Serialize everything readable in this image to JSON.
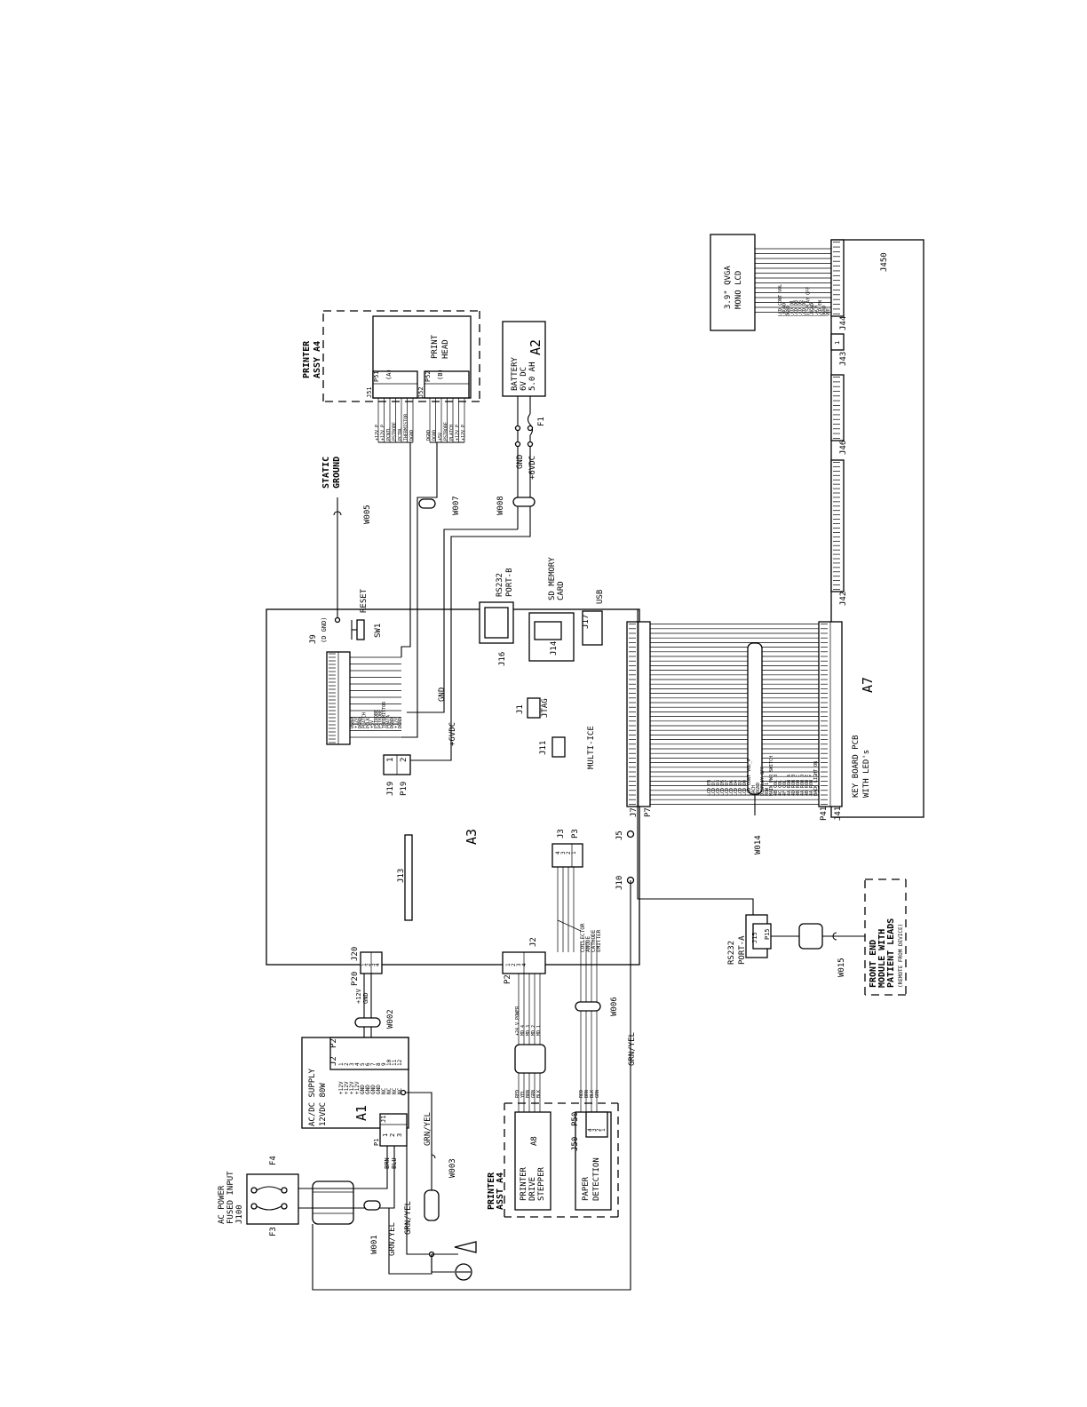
{
  "boards": {
    "a3": "A3",
    "a7": "A7",
    "a7_title": "KEY BOARD PCB",
    "a7_sub": "WITH LED's",
    "a1": "A1",
    "a1_title": "AC/DC SUPPLY",
    "a1_sub": "12VDC 80W",
    "a2": "A2",
    "a2_lines": [
      "BATTERY",
      "6V DC",
      "5.0 AH"
    ],
    "a8": "A8",
    "lcd_lines": [
      "3.9\" QVGA",
      "MONO LCD"
    ],
    "print_head": [
      "PRINT",
      "HEAD"
    ],
    "printer_drive": [
      "PRINTER",
      "DRIVE",
      "STEPPER"
    ],
    "paper_detection": [
      "PAPER",
      "DETECTION"
    ],
    "front_end": [
      "FRONT END",
      "MODULE WITH",
      "PATIENT LEADS",
      "(REMOTE FROM DEVICE)"
    ]
  },
  "groups": {
    "printer_assy_top": [
      "PRINTER",
      "ASSY A4"
    ],
    "printer_assy_bottom": [
      "PRINTER",
      "ASST A4"
    ],
    "static_ground": [
      "STATIC",
      "GROUND"
    ],
    "ac_power": [
      "AC POWER",
      "FUSED INPUT",
      "J100"
    ]
  },
  "connectors": {
    "j9": [
      "J9",
      "(D GND)"
    ],
    "reset": "RESET",
    "sw1": "SW1",
    "rs232_b": [
      "RS232",
      "PORT-B"
    ],
    "sd_card": [
      "SD MEMORY",
      "CARD"
    ],
    "usb": "USB",
    "j16": "J16",
    "j14": "J14",
    "j17": "J17",
    "j1": "J1",
    "jtag": "JTAG",
    "j11": "J11",
    "multi_ice": "MULTI-ICE",
    "j19": "J19",
    "p19": "P19",
    "j13": "J13",
    "j3": "J3",
    "p3": "P3",
    "j5": "J5",
    "j10": "J10",
    "j2": "J2",
    "p2": "P2",
    "j20": "J20",
    "p20": "P20",
    "j7": "J7",
    "p7": "P7",
    "j41": "J41",
    "p41": "P41",
    "j42": "J42",
    "j46": "J46",
    "j43": "J43",
    "j44": "J44",
    "j45": "J450",
    "j15": "J15",
    "p15": "P15",
    "rs232_a": [
      "RS232",
      "PORT-A"
    ],
    "j51": "J51",
    "p51": "P51",
    "j52": "J52",
    "p52": "P52",
    "pa": "(A)",
    "pb": "(B)",
    "j50": "J50",
    "p50": "P50",
    "j1_a1": "J1",
    "p1_a1": "P1",
    "j2_a1": "J2",
    "p2_a1": "P2",
    "f1": "F1",
    "f3": "F3",
    "f4": "F4"
  },
  "wires": {
    "w001": "W001",
    "w002": "W002",
    "w003": "W003",
    "w005": "W005",
    "w006": "W006",
    "w007": "W007",
    "w008": "W008",
    "w014": "W014",
    "w015": "W015"
  },
  "nets": {
    "gnd": "GND",
    "p6vdc": "+6VDC",
    "grn_yel": "GRN/YEL",
    "brn": "BRN",
    "blu": "BLU",
    "p12v": "+12V",
    "gnd_short": "GND",
    "collector": "COLLECTOR",
    "anode": "ANODE",
    "cathode": "CATHODE",
    "emitter": "EMITTER"
  },
  "pin_labels": {
    "power_supply": [
      "+12V",
      "+12V",
      "+12V",
      "+12V",
      "GND",
      "GND",
      "GND",
      "GND",
      "NC",
      "NC",
      "NC",
      "NC"
    ],
    "stepper": [
      "+24 V POWER",
      "MD 4",
      "MD 3",
      "MD 2",
      "MD 1"
    ],
    "stepper_colors": [
      "RED",
      "YEL",
      "BRN",
      "GRN",
      "BLK"
    ],
    "paper_colors": [
      "RED",
      "BRN",
      "BLK",
      "GRN"
    ],
    "keyboard": [
      "LCD EN",
      "LCD D1",
      "LCD D3",
      "LCD D5",
      "LCD D7",
      "LCD D6",
      "LCD D4",
      "LCD D2",
      "LCD D0",
      "LCD CONT VOL_P",
      "LACH",
      "LRGND",
      "DISPLAY OFF",
      "ROW 1",
      "MAIN PWR SWITCH",
      "4B COL B",
      "4C COL",
      "4F COL",
      "4A ROW A",
      "4D ROW B",
      "4B ROW C",
      "4A ROW D",
      "4B ROW E",
      "4A ROW F",
      "BACK LIGHT ON",
      "DGND"
    ],
    "lcd": [
      "LCD CONT VOL",
      "LRGND",
      "DGND",
      "LCD D1",
      "LCD D3",
      "LCD D5",
      "LCD D7",
      "DISPLAY OFF",
      "LRGND",
      "LACH",
      "LCD EN",
      "DGND",
      "VEE"
    ],
    "printer_a": [
      "+12V P",
      "+12V P",
      "PCNTL",
      "PSTROBE",
      "PCTRL",
      "THERMISTOR",
      "DGND"
    ],
    "printer_b": [
      "DGND",
      "DGND",
      "+5V",
      "PSTROBE",
      "PLATCH",
      "+12V P",
      "+12V P"
    ],
    "j9": [
      "DGND",
      "+12V",
      "DGND",
      "PLATCH",
      "PCLK",
      "+5V",
      "PSTROBE",
      "PSTROBE",
      "THERMISTOR",
      "PDATA",
      "DGND",
      "+12V",
      "DGND"
    ]
  },
  "pin_numbers": {
    "four": [
      "1",
      "2",
      "3",
      "4"
    ],
    "four_rev": [
      "4",
      "3",
      "2",
      "1"
    ],
    "three": [
      "1",
      "2",
      "3"
    ],
    "two": [
      "1",
      "2"
    ],
    "twelve": [
      "1",
      "2",
      "3",
      "4",
      "5",
      "6",
      "7",
      "8",
      "9",
      "10",
      "11",
      "12"
    ]
  }
}
